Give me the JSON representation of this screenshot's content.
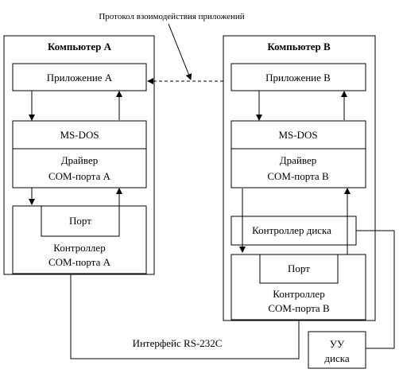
{
  "protocol_label": "Протокол взоимодействия приложений",
  "computer_a": {
    "title": "Компьютер А",
    "application": "Приложение А",
    "msdos": "MS-DOS",
    "driver_line1": "Драйвер",
    "driver_line2": "COM-порта А",
    "port": "Порт",
    "controller_line1": "Контроллер",
    "controller_line2": "COM-порта А"
  },
  "computer_b": {
    "title": "Компьютер В",
    "application": "Приложение В",
    "msdos": "MS-DOS",
    "driver_line1": "Драйвер",
    "driver_line2": "COM-порта В",
    "disk_controller": "Контроллер диска",
    "port": "Порт",
    "controller_line1": "Контроллер",
    "controller_line2": "COM-порта В"
  },
  "interface_label": "Интерфейс RS-232C",
  "disk_device_line1": "УУ",
  "disk_device_line2": "диска"
}
